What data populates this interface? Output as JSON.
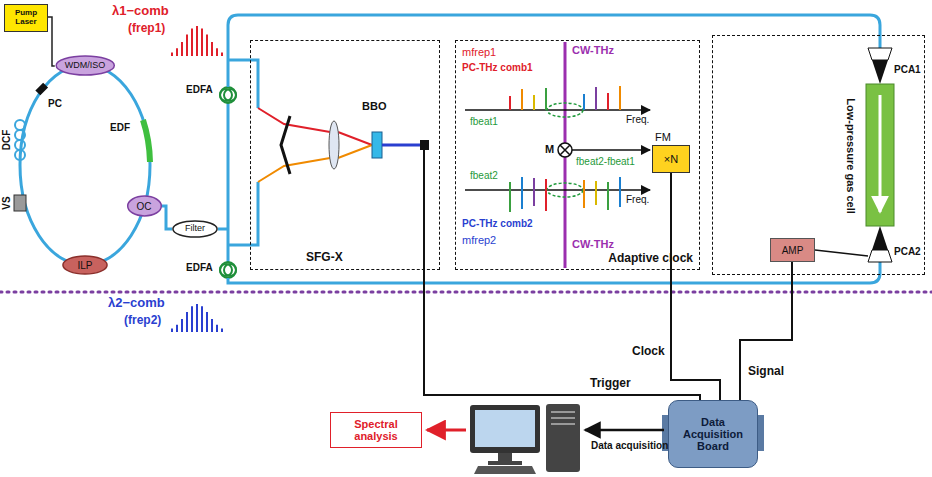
{
  "diagram": {
    "nodes": [
      {
        "text": [
          "Pump Laser"
        ]
      },
      {
        "text": [
          "WDM/ISO"
        ]
      },
      {
        "text": [
          "OC"
        ]
      },
      {
        "text": [
          "ILP"
        ]
      },
      {
        "text": [
          "Filter"
        ]
      },
      {
        "text": [
          "SFG-X"
        ]
      },
      {
        "text": [
          "Adaptive clock"
        ]
      },
      {
        "text": [
          "FM",
          "×N"
        ],
        "in": 6
      },
      {
        "text": [
          "Low-pressure gas cell"
        ]
      },
      {
        "text": [
          "AMP"
        ],
        "in": 8
      },
      {
        "text": [
          "Data Acquisition Board"
        ]
      },
      {
        "text": [
          "Spectral analysis"
        ]
      }
    ],
    "edges": [
      {
        "from": 0,
        "to": 1,
        "arrow": "none"
      },
      {
        "from": 2,
        "to": 4,
        "arrow": "none"
      },
      {
        "from": 5,
        "to": 10,
        "arrow": "none",
        "label": "Trigger"
      },
      {
        "from": 7,
        "to": 10,
        "arrow": "none",
        "label": "Clock"
      },
      {
        "from": 9,
        "to": 10,
        "arrow": "none",
        "label": "Signal"
      }
    ],
    "labels": [
      "λ1−comb",
      "(frep1)",
      "λ2−comb",
      "(frep2)",
      "PC",
      "EDF",
      "DCF",
      "VS",
      "EDFA",
      "EDFA",
      "BBO",
      "mfrep1",
      "PC-THz comb1",
      "CW-THz",
      "Freq.",
      "fbeat1",
      "M",
      "fbeat2-fbeat1",
      "fbeat2",
      "Freq.",
      "PC-THz comb2",
      "mfrep2",
      "CW-THz",
      "PCA1",
      "PCA2",
      "Data acquisition"
    ]
  }
}
